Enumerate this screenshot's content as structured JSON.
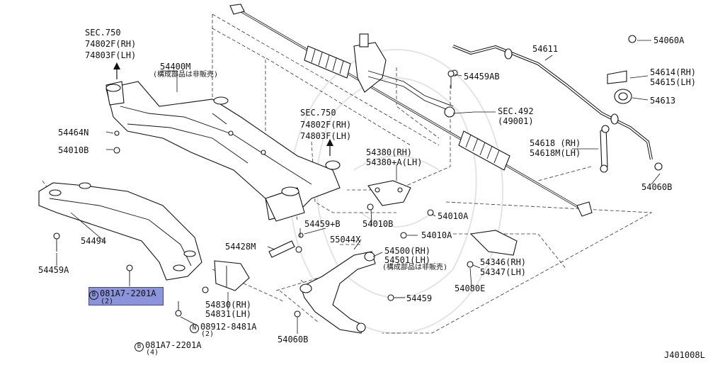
{
  "diagram_code": "J401008L",
  "labels": {
    "sec750_a": "SEC.750",
    "p74802_a": "74802F(RH)",
    "p74803_a": "74803F(LH)",
    "p54400m": "54400M",
    "p54400m_note": "(構成部品は非販売)",
    "p54464n": "54464N",
    "p54010b_a": "54010B",
    "sec750_b": "SEC.750",
    "p74802_b": "74802F(RH)",
    "p74803_b": "74803F(LH)",
    "p54060a": "54060A",
    "p54611": "54611",
    "p54614": "54614(RH)",
    "p54615": "54615(LH)",
    "p54613": "54613",
    "p54459ab": "54459AB",
    "sec492": "SEC.492",
    "p49001": "(49001)",
    "p54618": "54618 (RH)",
    "p54618m": "54618M(LH)",
    "p54060b_a": "54060B",
    "p54380": "54380(RH)",
    "p54380a": "54380+A(LH)",
    "p54010a_a": "54010A",
    "p54010b_b": "54010B",
    "p54010a_b": "54010A",
    "p54494": "54494",
    "p54459a": "54459A",
    "p54459b": "54459+B",
    "p55044x": "55044X",
    "p54428m": "54428M",
    "p54500": "54500(RH)",
    "p54501": "54501(LH)",
    "p54501_note": "(構成部品は非販売)",
    "p54346": "54346(RH)",
    "p54347": "54347(LH)",
    "p54080e": "54080E",
    "p54459": "54459",
    "bolt_b1": "081A7-2201A",
    "bolt_b1_qty": "(2)",
    "p54830": "54830(RH)",
    "p54831": "54831(LH)",
    "nut_n": "08912-8481A",
    "nut_n_qty": "(2)",
    "bolt_b2": "081A7-2201A",
    "bolt_b2_qty": "(4)",
    "p54060b_b": "54060B",
    "mark_b": "B",
    "mark_n": "N"
  }
}
